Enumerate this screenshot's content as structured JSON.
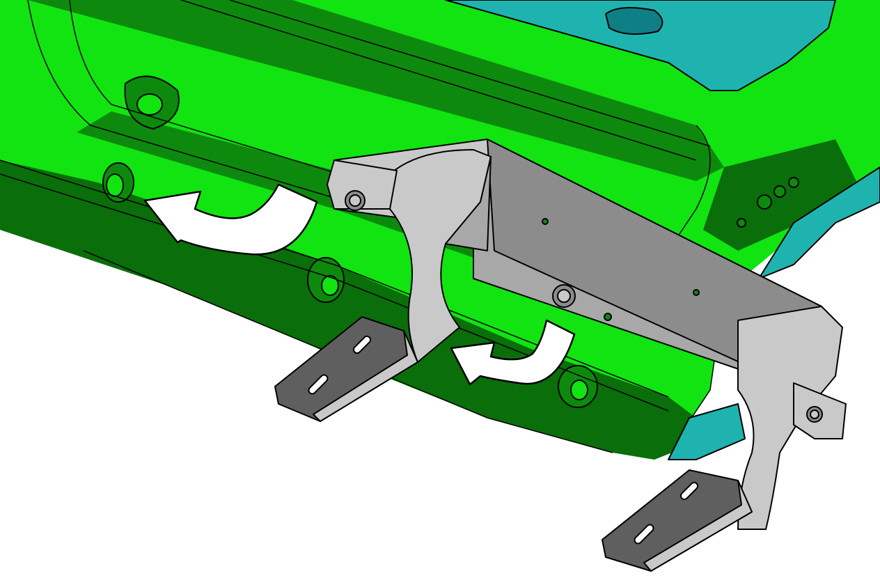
{
  "diagram": {
    "colors": {
      "body_green": "#11e411",
      "body_dark_green": "#0d8a0d",
      "body_shadow_green": "#0a6e0a",
      "teal_panel": "#1fb3b0",
      "teal_dark": "#0f7f86",
      "bracket_light": "#c9c9c9",
      "bracket_mid": "#a8a8a8",
      "bracket_dark": "#8c8c8c",
      "foot_dark": "#5f5f5f",
      "outline": "#000000",
      "arrow_fill": "#ffffff"
    },
    "parts": [
      {
        "id": "vehicle-body",
        "color": "body_green"
      },
      {
        "id": "inner-panel",
        "color": "teal_panel"
      },
      {
        "id": "step-bracket",
        "color": "bracket_light"
      },
      {
        "id": "mounting-foot-left",
        "color": "foot_dark"
      },
      {
        "id": "mounting-foot-right",
        "color": "foot_dark"
      }
    ],
    "annotations": [
      {
        "id": "removal-arrow-upper",
        "icon": "curved-arrow-icon"
      },
      {
        "id": "removal-arrow-lower",
        "icon": "curved-arrow-icon"
      }
    ]
  }
}
